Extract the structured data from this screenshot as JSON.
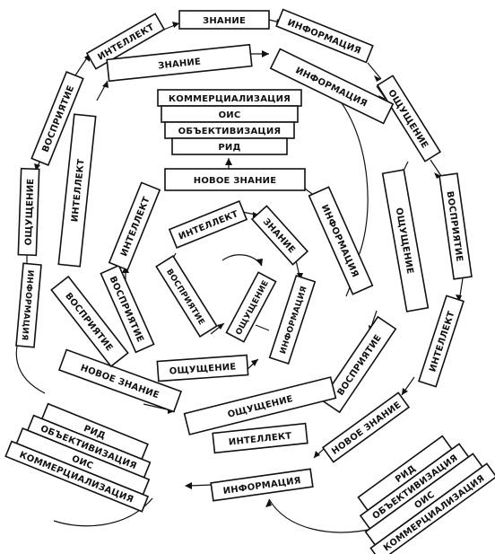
{
  "outer": {
    "znanie": "ЗНАНИЕ",
    "informatsiya": "ИНФОРМАЦИЯ",
    "oshchushchenie": "ОЩУЩЕНИЕ",
    "vospriyatie": "ВОСПРИЯТИЕ",
    "intellekt": "ИНТЕЛЛЕКТ",
    "novoe_znanie": "НОВОЕ ЗНАНИЕ",
    "informatsiya_bottom": "ИНФОРМАЦИЯ",
    "intellekt_left": "ИНТЕЛЛЕКТ",
    "vospriyatie_left": "ВОСПРИЯТИЕ",
    "oshchushchenie_left": "ОЩУЩЕНИЕ",
    "informatsiya_left": "ИНФОРМАЦИЯ"
  },
  "middle": {
    "znanie": "ЗНАНИЕ",
    "informatsiya": "ИНФОРМАЦИЯ",
    "oshchushchenie": "ОЩУЩЕНИЕ",
    "vospriyatie": "ВОСПРИЯТИЕ",
    "intellekt_bottom": "ИНТЕЛЛЕКТ",
    "oshchushchenie_bottom": "ОЩУЩЕНИЕ",
    "vospriyatie_left": "ВОСПРИЯТИЕ",
    "novoe_znanie": "НОВОЕ ЗНАНИЕ",
    "intellekt_left": "ИНТЕЛЛЕКТ"
  },
  "inner": {
    "novoe_znanie": "НОВОЕ ЗНАНИЕ",
    "informatsiya": "ИНФОРМАЦИЯ",
    "oshchushchenie": "ОЩУЩЕНИЕ",
    "vospriyatie": "ВОСПРИЯТИЕ",
    "intellekt": "ИНТЕЛЛЕКТ"
  },
  "core": {
    "intellekt": "ИНТЕЛЛЕКТ",
    "znanie": "ЗНАНИЕ",
    "oshchushchenie": "ОЩУЩЕНИЕ",
    "informatsiya": "ИНФОРМАЦИЯ",
    "vospriyatie": "ВОСПРИЯТИЕ"
  },
  "stacks": {
    "top": [
      "КОММЕРЦИАЛИЗАЦИЯ",
      "ОИС",
      "ОБЪЕКТИВИЗАЦИЯ",
      "РИД"
    ],
    "left": [
      "РИД",
      "ОБЪЕКТИВИЗАЦИЯ",
      "ОИС",
      "КОММЕРЦИАЛИЗАЦИЯ"
    ],
    "right": [
      "РИД",
      "ОБЪЕКТИВИЗАЦИЯ",
      "ОИС",
      "КОММЕРЦИАЛИЗАЦИЯ"
    ]
  }
}
